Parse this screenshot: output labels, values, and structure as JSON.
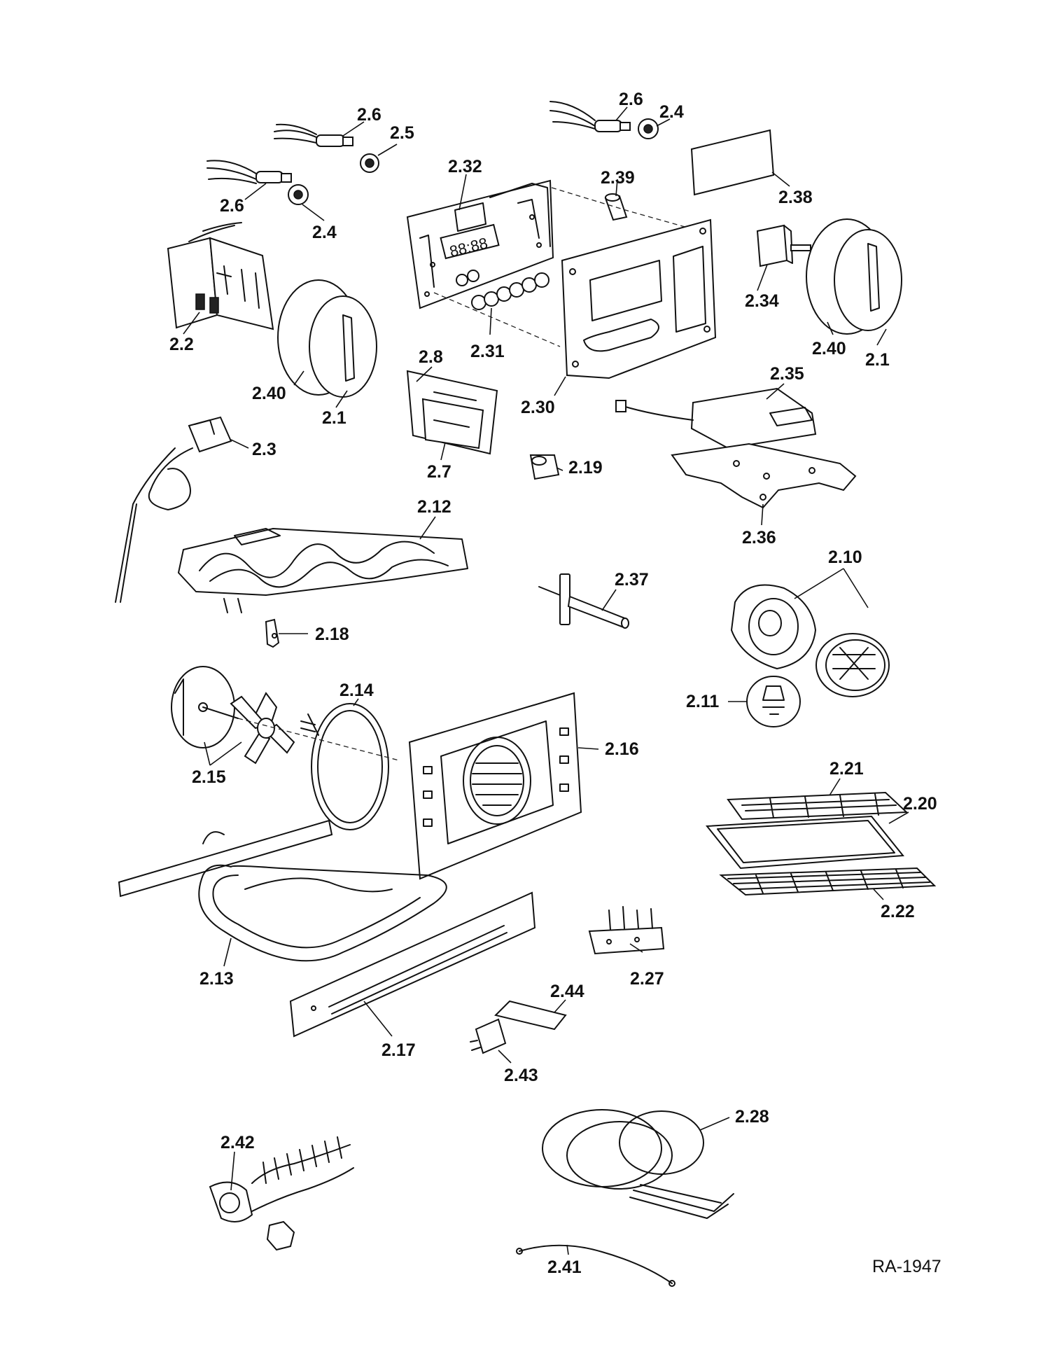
{
  "drawing_id": "RA-1947",
  "callouts": [
    "2.1",
    "2.2",
    "2.3",
    "2.4",
    "2.5",
    "2.6",
    "2.7",
    "2.8",
    "2.10",
    "2.11",
    "2.12",
    "2.13",
    "2.14",
    "2.15",
    "2.16",
    "2.17",
    "2.18",
    "2.19",
    "2.20",
    "2.21",
    "2.22",
    "2.27",
    "2.28",
    "2.30",
    "2.31",
    "2.32",
    "2.34",
    "2.35",
    "2.36",
    "2.37",
    "2.38",
    "2.39",
    "2.40",
    "2.41",
    "2.42",
    "2.43",
    "2.44"
  ]
}
